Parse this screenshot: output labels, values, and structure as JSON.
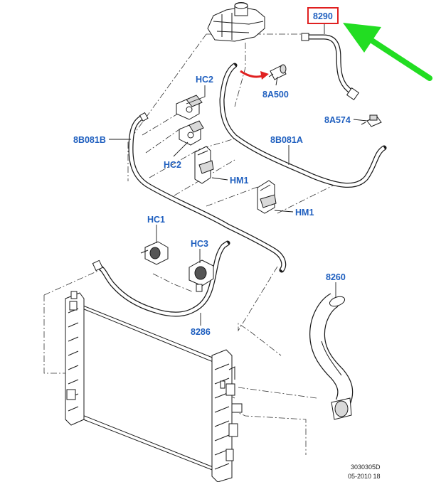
{
  "labels": {
    "part_8290": "8290",
    "part_8A500": "8A500",
    "part_8A574": "8A574",
    "part_8B081B": "8B081B",
    "part_8B081A": "8B081A",
    "hc2_top": "HC2",
    "hc2_mid": "HC2",
    "hm1_left": "HM1",
    "hm1_right": "HM1",
    "hc1": "HC1",
    "hc3": "HC3",
    "part_8286": "8286",
    "part_8260": "8260"
  },
  "footer": {
    "drawing_number": "3030305D",
    "date_code": "05-2010 18"
  },
  "colors": {
    "label_blue": "#1f5fbf",
    "highlight_box": "#e02020",
    "indicator_arrow": "#22dd22",
    "curved_arrow": "#e02020",
    "line_art": "#1a1a1a"
  }
}
